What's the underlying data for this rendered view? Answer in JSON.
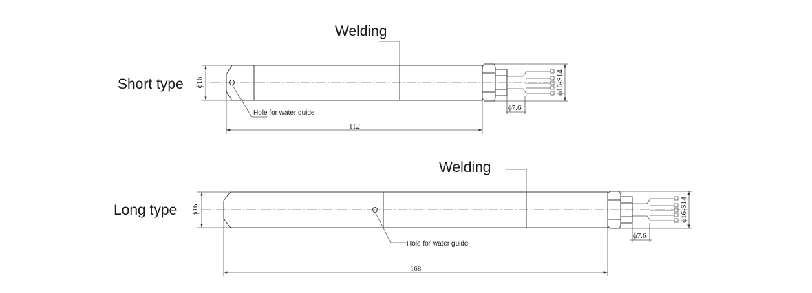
{
  "short": {
    "label": "Short type",
    "welding": "Welding",
    "hole": "Hole for water guide",
    "length": "112",
    "dia_body": "ϕ16",
    "dia_thread": "ϕ16-S14",
    "dia_cable": "ϕ7.6"
  },
  "long": {
    "label": "Long type",
    "welding": "Welding",
    "hole": "Hole for water guide",
    "length": "168",
    "dia_body": "ϕ16",
    "dia_thread": "ϕ16-S14",
    "dia_cable": "ϕ7.6"
  }
}
